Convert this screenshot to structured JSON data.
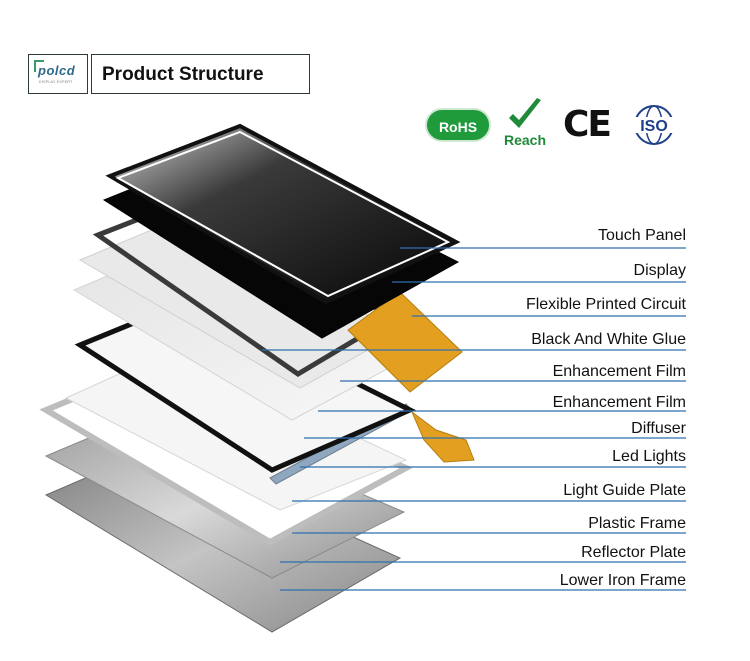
{
  "header": {
    "logo_text": "polcd",
    "logo_subtext": "DISPLAY EXPERT",
    "title": "Product Structure"
  },
  "certifications": {
    "rohs": "RoHS",
    "reach": "Reach",
    "ce": "CE",
    "iso": "ISO"
  },
  "layers": [
    "Touch Panel",
    "Display",
    "Flexible Printed Circuit",
    "Black And White Glue",
    "Enhancement Film",
    "Enhancement Film",
    "Diffuser",
    "Led Lights",
    "Light Guide Plate",
    "Plastic Frame",
    "Reflector Plate",
    "Lower Iron Frame"
  ],
  "colors": {
    "leader_line": "#2f6fb0",
    "rohs_green": "#1f9b3c",
    "fpc_orange": "#e3a020"
  }
}
